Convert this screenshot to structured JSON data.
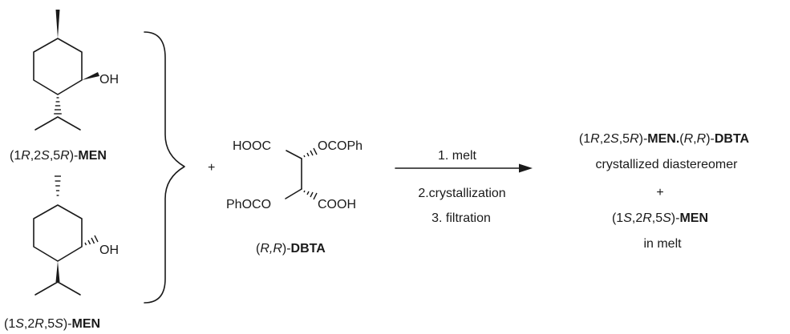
{
  "reactant_1": {
    "oh": "OH",
    "label": {
      "p1": "(1",
      "p2": "R",
      "p3": ",2",
      "p4": "S",
      "p5": ",5",
      "p6": "R",
      "p7": ")-",
      "p8": "MEN"
    }
  },
  "reactant_2": {
    "oh": "OH",
    "label": {
      "p1": "(1",
      "p2": "S",
      "p3": ",2",
      "p4": "R",
      "p5": ",5",
      "p6": "S",
      "p7": ")-",
      "p8": "MEN"
    }
  },
  "plus_1": "+",
  "resolving_agent": {
    "hooc": "HOOC",
    "ocoph": "OCOPh",
    "phoco": "PhOCO",
    "cooh": "COOH",
    "label": {
      "p1": "(",
      "p2": "R,R",
      "p3": ")-",
      "p4": "DBTA"
    }
  },
  "conditions": {
    "step1": "1. melt",
    "step2": "2.crystallization",
    "step3": "3. filtration"
  },
  "product": {
    "line1": {
      "p1": "(1",
      "p2": "R",
      "p3": ",2",
      "p4": "S",
      "p5": ",5",
      "p6": "R",
      "p7": ")-",
      "p8": "MEN.",
      "p9": "(",
      "p10": "R",
      "p11": ",",
      "p12": "R",
      "p13": ")-",
      "p14": "DBTA"
    },
    "line2": "crystallized diastereomer",
    "plus": "+",
    "line3": {
      "p1": "(1",
      "p2": "S",
      "p3": ",2",
      "p4": "R",
      "p5": ",5",
      "p6": "S",
      "p7": ")-",
      "p8": "MEN"
    },
    "line4": "in melt"
  },
  "colors": {
    "ink": "#1a1a1a",
    "background": "#ffffff"
  }
}
